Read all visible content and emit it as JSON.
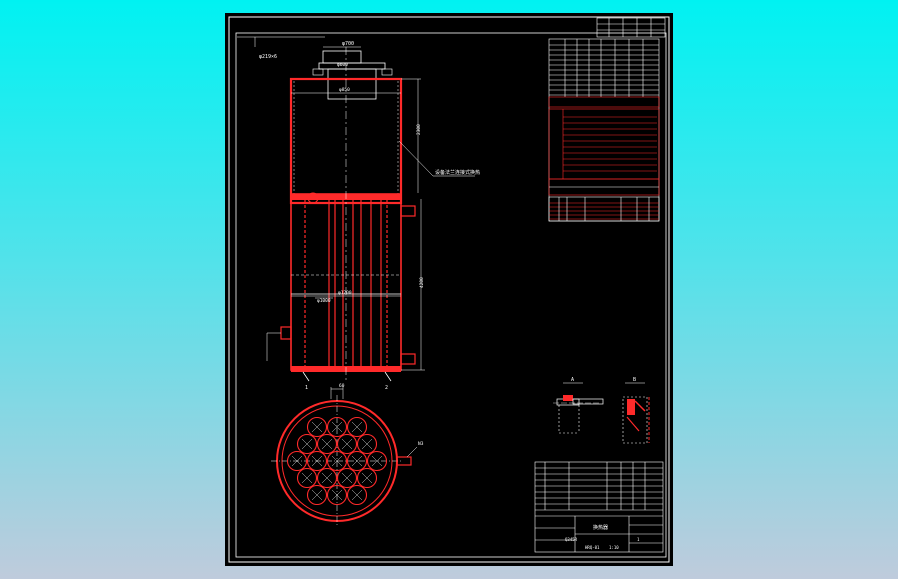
{
  "drawing": {
    "background": "#000000",
    "line_color": "#ffffff",
    "vessel_color": "#ff2a2a",
    "hatch_color": "#ff2a2a",
    "axis_color": "#ffffff",
    "dimension_color": "#ffffff"
  },
  "labels": {
    "top_flange_dim": "φ700",
    "top_neck_dim": "φ600",
    "upper_shell_dim": "φ850",
    "left_callout": "φ219×6",
    "right_callout_height": "2300",
    "leader_note": "设备法兰连接式换热",
    "tube_bundle_dim": "φ1200",
    "bundle_inner_dim": "φ1000",
    "total_height": "4200",
    "bottom_left_mark": "1",
    "bottom_right_mark": "2",
    "plan_top_dim": "60",
    "plan_nozzle_mark": "N3",
    "detail_a": "A",
    "detail_b": "B"
  },
  "title_block": {
    "name": "换热器",
    "drawing_no": "HRQ-01",
    "scale": "1:10",
    "sheet": "1",
    "material": "Q345R"
  }
}
